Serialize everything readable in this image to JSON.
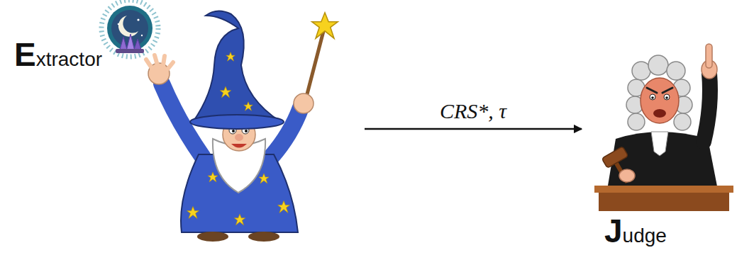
{
  "diagram": {
    "nodes": [
      {
        "text": [
          "Extractor"
        ]
      },
      {
        "text": [
          "Judge"
        ]
      }
    ],
    "edges": [
      {
        "from": 0,
        "to": 1,
        "arrow": "to",
        "label": "CRS*, τ"
      }
    ]
  }
}
